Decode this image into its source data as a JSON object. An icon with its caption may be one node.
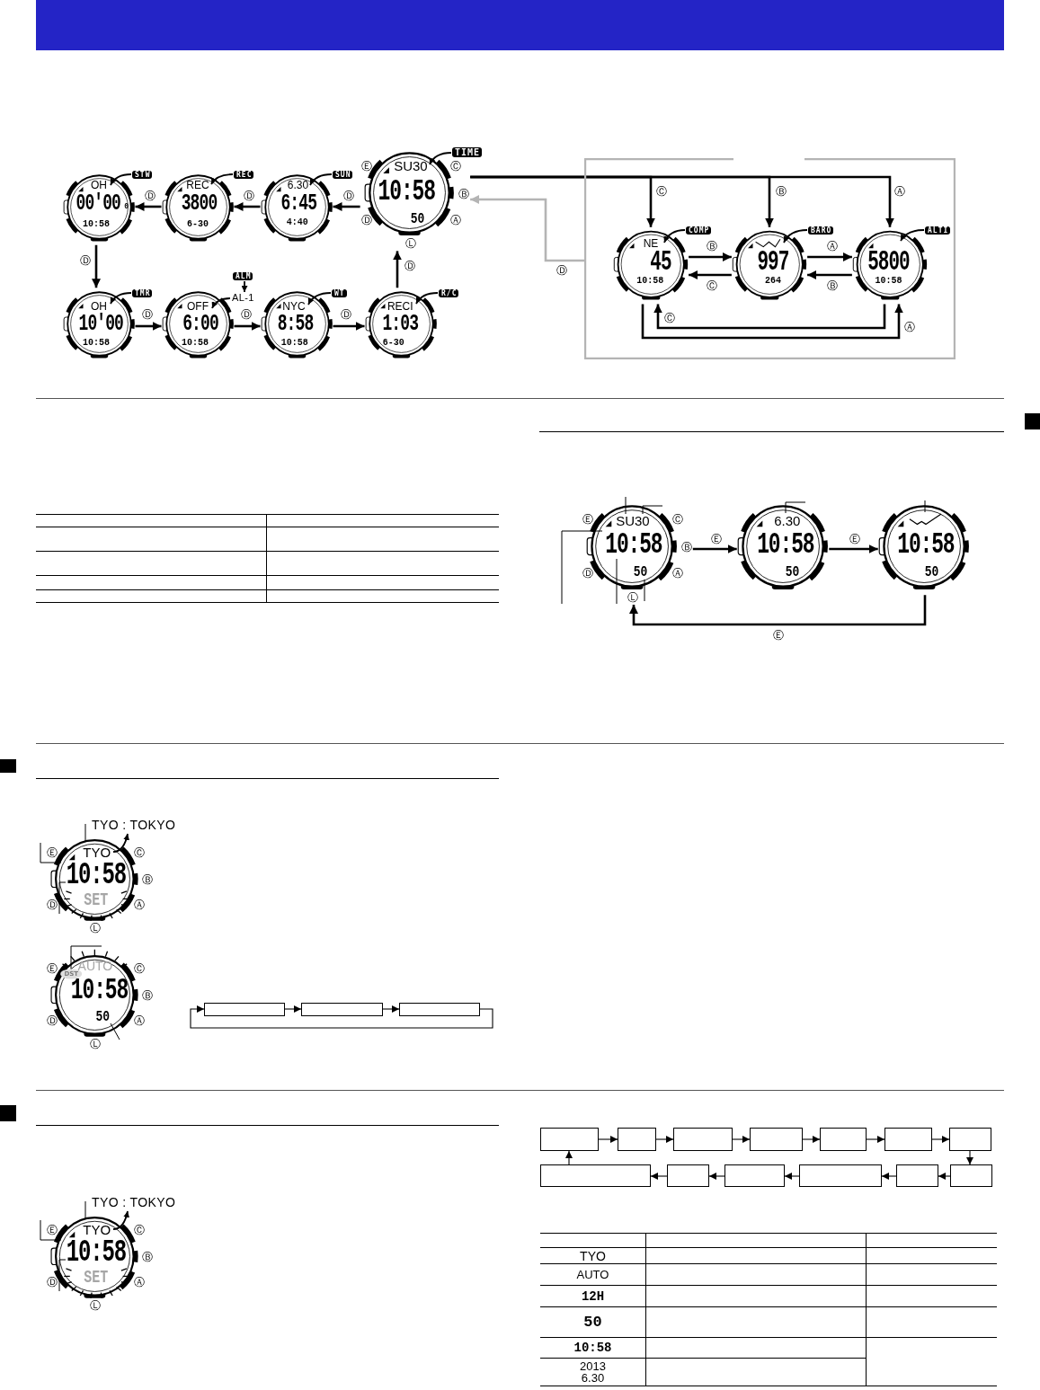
{
  "diagram": {
    "nodes": [
      {
        "text": [
          "OH",
          "00'00",
          "0",
          "10:58"
        ],
        "beside": [
          "STW"
        ]
      },
      {
        "text": [
          "REC",
          "3800",
          "6-30"
        ],
        "beside": [
          "REC"
        ]
      },
      {
        "text": [
          "6.30",
          "6:45",
          "4:40"
        ],
        "beside": [
          "SUN"
        ]
      },
      {
        "text": [
          "SU30",
          "10:58",
          "50"
        ],
        "beside": [
          "TIME",
          "Ⓔ",
          "Ⓒ",
          "Ⓑ",
          "Ⓓ",
          "Ⓐ",
          "Ⓛ"
        ]
      },
      {
        "text": [
          "OH",
          "10'00",
          "10:58"
        ],
        "beside": [
          "TMR"
        ]
      },
      {
        "text": [
          "OFF",
          "6:00",
          "10:58"
        ],
        "beside": [
          "ALM",
          "AL-1"
        ]
      },
      {
        "text": [
          "NYC",
          "8:58",
          "10:58"
        ],
        "beside": [
          "WT"
        ]
      },
      {
        "text": [
          "RECI",
          "1:03",
          "6-30"
        ],
        "beside": [
          "R/C"
        ]
      },
      {
        "text": [],
        "shape": "box"
      },
      {
        "text": [
          "NE",
          "45",
          "10:58"
        ],
        "beside": [
          "COMP"
        ],
        "in": 8
      },
      {
        "text": [
          "997",
          "264"
        ],
        "beside": [
          "BARO"
        ],
        "in": 8
      },
      {
        "text": [
          "5800",
          "10:58"
        ],
        "beside": [
          "ALTI"
        ],
        "in": 8
      },
      {
        "text": [
          "SU30",
          "10:58",
          "50"
        ],
        "beside": [
          "Ⓔ",
          "Ⓒ",
          "Ⓑ",
          "Ⓓ",
          "Ⓐ",
          "Ⓛ"
        ]
      },
      {
        "text": [
          "6.30",
          "10:58",
          "50"
        ]
      },
      {
        "text": [
          "10:58",
          "50"
        ]
      },
      {
        "text": [
          "TYO",
          "10:58",
          "SET"
        ],
        "beside": [
          "TYO : TOKYO",
          "Ⓔ",
          "Ⓒ",
          "Ⓑ",
          "Ⓓ",
          "Ⓐ",
          "Ⓛ"
        ]
      },
      {
        "text": [
          "AUTO",
          "DST",
          "10:58",
          "50"
        ],
        "beside": [
          "Ⓔ",
          "Ⓒ",
          "Ⓑ",
          "Ⓓ",
          "Ⓐ",
          "Ⓛ"
        ]
      },
      {
        "text": [],
        "shape": "box"
      },
      {
        "text": [],
        "shape": "box"
      },
      {
        "text": [],
        "shape": "box"
      },
      {
        "text": [
          "TYO",
          "10:58",
          "SET"
        ],
        "beside": [
          "TYO : TOKYO",
          "Ⓔ",
          "Ⓒ",
          "Ⓑ",
          "Ⓓ",
          "Ⓐ",
          "Ⓛ"
        ]
      },
      {
        "text": [],
        "shape": "box"
      },
      {
        "text": [],
        "shape": "box"
      },
      {
        "text": [],
        "shape": "box"
      },
      {
        "text": [],
        "shape": "box"
      },
      {
        "text": [],
        "shape": "box"
      },
      {
        "text": [],
        "shape": "box"
      },
      {
        "text": [],
        "shape": "box"
      },
      {
        "text": [],
        "shape": "box"
      },
      {
        "text": [],
        "shape": "box"
      },
      {
        "text": [],
        "shape": "box"
      },
      {
        "text": [],
        "shape": "box"
      },
      {
        "text": [],
        "shape": "box"
      },
      {
        "text": [],
        "shape": "box"
      }
    ],
    "edges": [
      {
        "from": 3,
        "to": 2,
        "arrow": "to",
        "label": "Ⓓ"
      },
      {
        "from": 2,
        "to": 1,
        "arrow": "to",
        "label": "Ⓓ"
      },
      {
        "from": 1,
        "to": 0,
        "arrow": "to",
        "label": "Ⓓ"
      },
      {
        "from": 0,
        "to": 4,
        "arrow": "to",
        "label": "Ⓓ"
      },
      {
        "from": 4,
        "to": 5,
        "arrow": "to",
        "label": "Ⓓ"
      },
      {
        "from": 5,
        "to": 6,
        "arrow": "to",
        "label": "Ⓓ"
      },
      {
        "from": 6,
        "to": 7,
        "arrow": "to",
        "label": "Ⓓ"
      },
      {
        "from": 7,
        "to": 3,
        "arrow": "to",
        "label": "Ⓓ"
      },
      {
        "from": 3,
        "to": 9,
        "arrow": "to",
        "label": "Ⓒ"
      },
      {
        "from": 3,
        "to": 10,
        "arrow": "to",
        "label": "Ⓑ"
      },
      {
        "from": 3,
        "to": 11,
        "arrow": "to",
        "label": "Ⓐ"
      },
      {
        "from": 8,
        "to": 3,
        "arrow": "to",
        "label": "Ⓓ",
        "color": "#b4b4b4"
      },
      {
        "from": 9,
        "to": 10,
        "arrow": "to",
        "label": "Ⓑ"
      },
      {
        "from": 10,
        "to": 9,
        "arrow": "to",
        "label": "Ⓒ"
      },
      {
        "from": 10,
        "to": 11,
        "arrow": "to",
        "label": "Ⓐ"
      },
      {
        "from": 11,
        "to": 10,
        "arrow": "to",
        "label": "Ⓑ"
      },
      {
        "from": 11,
        "to": 9,
        "arrow": "to",
        "label": "Ⓒ"
      },
      {
        "from": 9,
        "to": 11,
        "arrow": "to",
        "label": "Ⓐ"
      },
      {
        "from": 12,
        "to": 13,
        "arrow": "to",
        "label": "Ⓔ"
      },
      {
        "from": 13,
        "to": 14,
        "arrow": "to",
        "label": "Ⓔ"
      },
      {
        "from": 14,
        "to": 12,
        "arrow": "to",
        "label": "Ⓔ"
      },
      {
        "from": 17,
        "to": 18,
        "arrow": "to"
      },
      {
        "from": 18,
        "to": 19,
        "arrow": "to"
      },
      {
        "from": 19,
        "to": 17,
        "arrow": "to"
      },
      {
        "from": 21,
        "to": 22,
        "arrow": "to"
      },
      {
        "from": 22,
        "to": 23,
        "arrow": "to"
      },
      {
        "from": 23,
        "to": 24,
        "arrow": "to"
      },
      {
        "from": 24,
        "to": 25,
        "arrow": "to"
      },
      {
        "from": 25,
        "to": 26,
        "arrow": "to"
      },
      {
        "from": 26,
        "to": 27,
        "arrow": "to"
      },
      {
        "from": 27,
        "to": 28,
        "arrow": "to"
      },
      {
        "from": 28,
        "to": 29,
        "arrow": "to"
      },
      {
        "from": 29,
        "to": 30,
        "arrow": "to"
      },
      {
        "from": 30,
        "to": 31,
        "arrow": "to"
      },
      {
        "from": 31,
        "to": 32,
        "arrow": "to"
      },
      {
        "from": 32,
        "to": 33,
        "arrow": "to"
      },
      {
        "from": 33,
        "to": 21,
        "arrow": "to"
      },
      {
        "from": null,
        "to": 12,
        "arrow": "none"
      },
      {
        "from": null,
        "to": 12,
        "arrow": "none"
      },
      {
        "from": null,
        "to": 12,
        "arrow": "none"
      },
      {
        "from": null,
        "to": 12,
        "arrow": "none"
      },
      {
        "from": null,
        "to": 12,
        "arrow": "none"
      },
      {
        "from": null,
        "to": 13,
        "arrow": "none"
      },
      {
        "from": null,
        "to": 14,
        "arrow": "none"
      },
      {
        "from": null,
        "to": 15,
        "arrow": "none"
      },
      {
        "from": null,
        "to": 15,
        "arrow": "none"
      },
      {
        "from": null,
        "to": 15,
        "arrow": "none"
      },
      {
        "from": null,
        "to": 16,
        "arrow": "none"
      },
      {
        "from": null,
        "to": 16,
        "arrow": "none"
      },
      {
        "from": null,
        "to": 20,
        "arrow": "none"
      },
      {
        "from": null,
        "to": 20,
        "arrow": "none"
      },
      {
        "from": null,
        "to": 20,
        "arrow": "none"
      }
    ],
    "labels": [
      "TYO",
      "AUTO",
      "12H",
      "50",
      "10:58",
      "2013 6.30"
    ]
  }
}
